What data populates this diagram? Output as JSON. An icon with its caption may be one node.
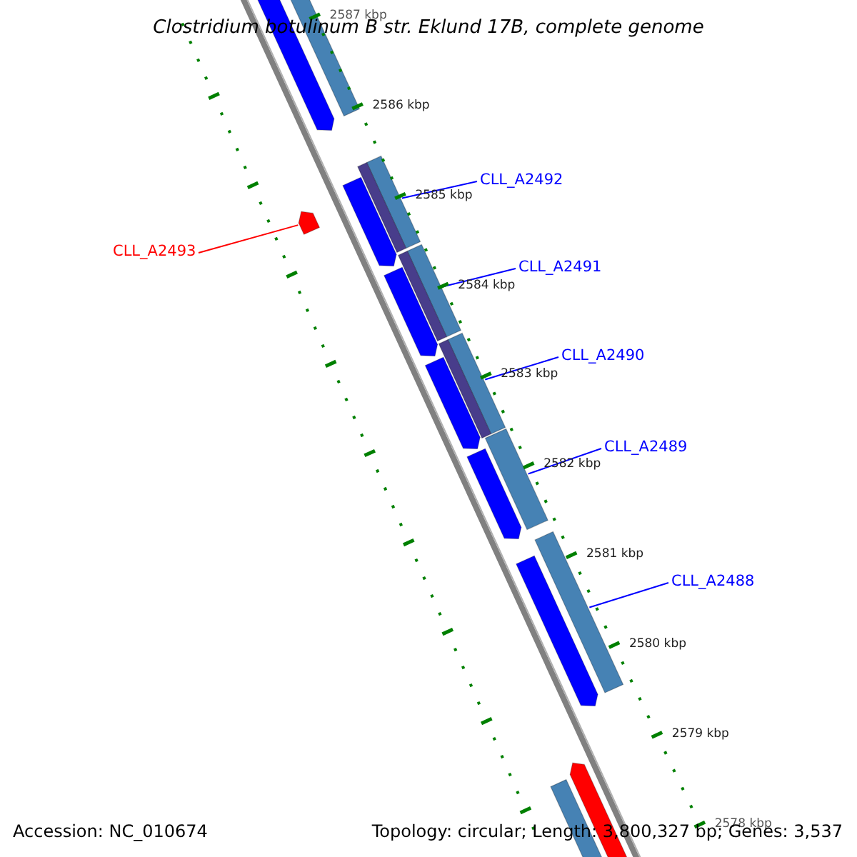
{
  "diagram": {
    "title": "Clostridium botulinum B str. Eklund 17B, complete genome",
    "nodes": [
      {
        "text": [
          "CLL_A2493"
        ]
      },
      {
        "text": [
          "CLL_A2492"
        ]
      },
      {
        "text": [
          "CLL_A2491"
        ]
      },
      {
        "text": [
          "CLL_A2490"
        ]
      },
      {
        "text": [
          "CLL_A2489"
        ]
      },
      {
        "text": [
          "CLL_A2488"
        ]
      },
      {
        "text": [],
        "shape": "bar"
      },
      {
        "text": [],
        "shape": "bar"
      },
      {
        "text": [],
        "shape": "bar"
      },
      {
        "text": [],
        "shape": "bar"
      },
      {
        "text": [],
        "shape": "bar"
      },
      {
        "text": [],
        "shape": "bar"
      },
      {
        "text": [],
        "shape": "bar"
      },
      {
        "text": [],
        "shape": "bar"
      },
      {
        "text": [],
        "shape": "bar"
      },
      {
        "text": [],
        "shape": "bar"
      },
      {
        "text": [],
        "shape": "bar"
      },
      {
        "text": [],
        "shape": "bar"
      },
      {
        "text": [],
        "shape": "bar"
      },
      {
        "text": [],
        "shape": "bar"
      },
      {
        "text": [],
        "shape": "bar"
      },
      {
        "text": [],
        "shape": "bar"
      },
      {
        "text": [],
        "shape": "bar"
      },
      {
        "text": [],
        "shape": "bar"
      }
    ],
    "edges": [
      {
        "from": 0,
        "to": 6,
        "arrow": "none",
        "color": "#ff0000"
      },
      {
        "from": 1,
        "to": 7,
        "arrow": "none"
      },
      {
        "from": 2,
        "to": 8,
        "arrow": "none"
      },
      {
        "from": 3,
        "to": 9,
        "arrow": "none"
      },
      {
        "from": 4,
        "to": 10,
        "arrow": "none"
      },
      {
        "from": 5,
        "to": 11,
        "arrow": "none"
      }
    ],
    "labels": [
      "2587 kbp",
      "2586 kbp",
      "2585 kbp",
      "2584 kbp",
      "2583 kbp",
      "2582 kbp",
      "2581 kbp",
      "2580 kbp",
      "2579 kbp",
      "2578 kbp",
      "Accession: NC_010674",
      "Topology: circular; Length: 3,800,327 bp; Genes: 3,537"
    ]
  }
}
